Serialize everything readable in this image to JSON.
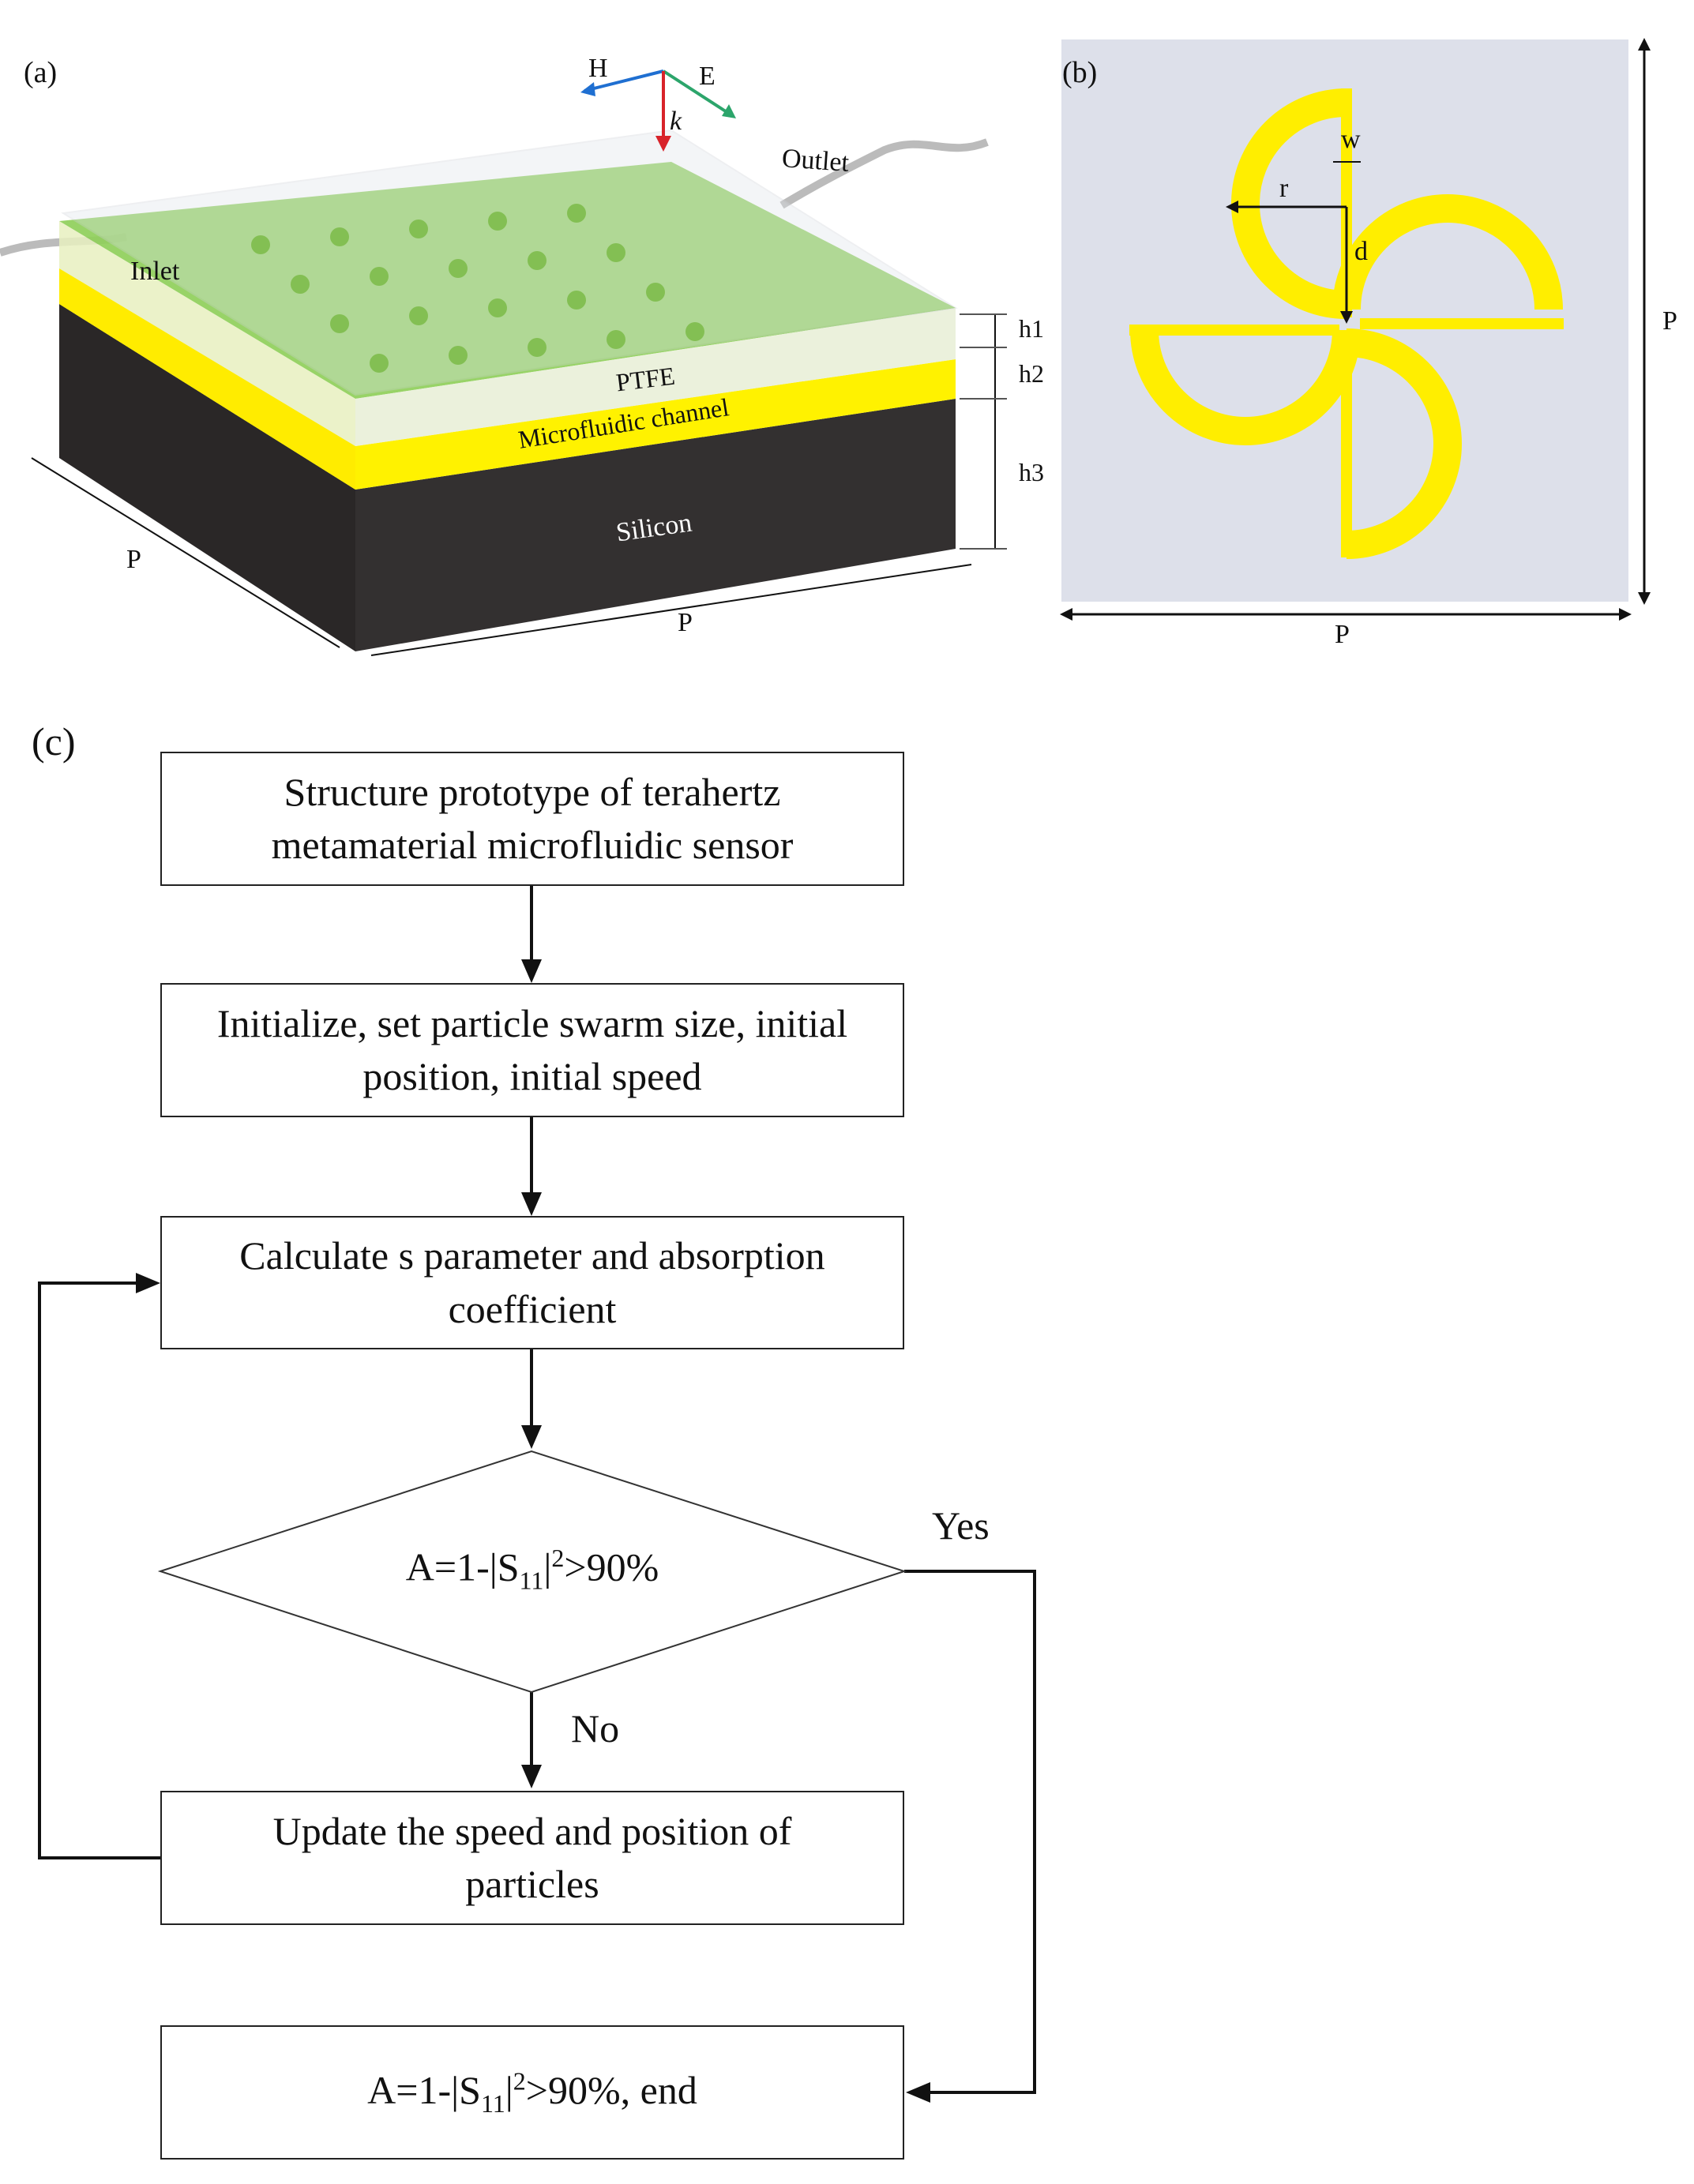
{
  "panel_a": {
    "label": "(a)",
    "axes": {
      "h": "H",
      "e": "E",
      "k": "k"
    },
    "outlet": "Outlet",
    "inlet": "Inlet",
    "ptfe": "PTFE",
    "channel": "Microfluidic channel",
    "silicon": "Silicon",
    "p_left": "P",
    "p_bottom": "P",
    "h1": "h1",
    "h2": "h2",
    "h3": "h3"
  },
  "panel_b": {
    "label": "(b)",
    "w": "w",
    "r": "r",
    "d": "d",
    "p_right": "P",
    "p_bottom": "P",
    "colors": {
      "background": "#dde0ea",
      "resonator": "#ffee00"
    }
  },
  "panel_c": {
    "label": "(c)",
    "step1": [
      "Structure prototype of terahertz",
      "metamaterial microfluidic sensor"
    ],
    "step2": [
      "Initialize, set particle swarm size, initial",
      "position, initial speed"
    ],
    "step3": [
      "Calculate s parameter and absorption",
      "coefficient"
    ],
    "decision": {
      "prefix": "A=1-|S",
      "sub": "11",
      "mid": "|",
      "sup": "2",
      "suffix": ">90%"
    },
    "yes": "Yes",
    "no": "No",
    "step4": [
      "Update the speed and position of",
      "particles"
    ],
    "end": {
      "prefix": "A=1-|S",
      "sub": "11",
      "mid": "|",
      "sup": "2",
      "suffix": ">90%, end"
    }
  }
}
